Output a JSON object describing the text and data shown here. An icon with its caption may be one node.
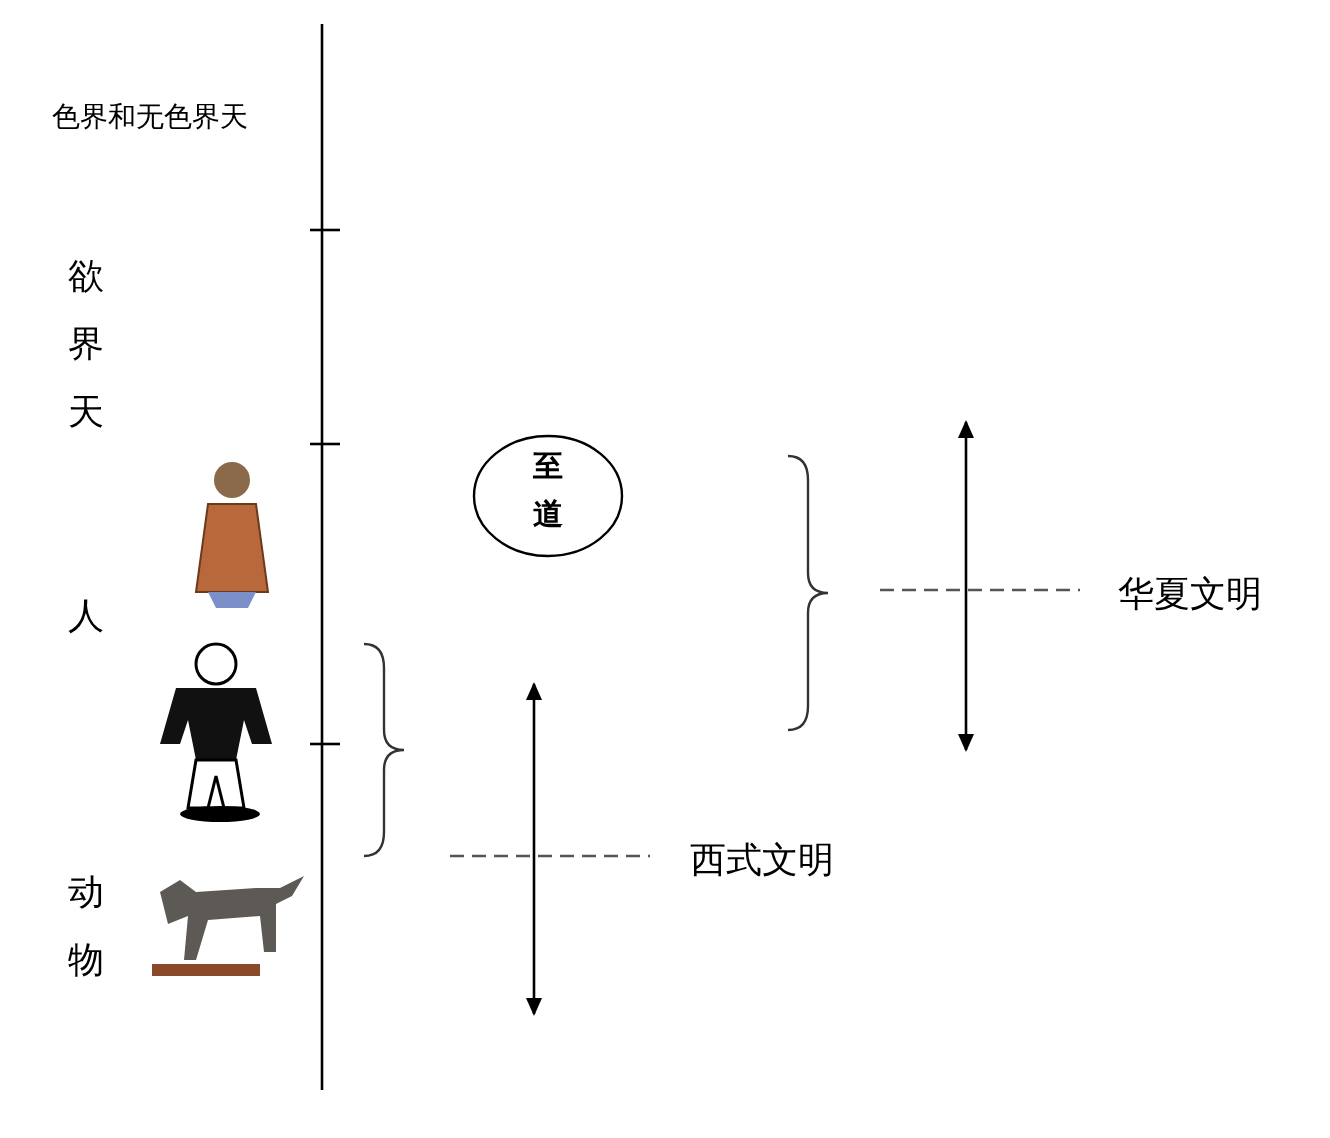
{
  "diagram": {
    "nodes": [
      {
        "text": [
          "至道"
        ]
      }
    ],
    "labels": [
      "色界和无色界天",
      "欲界天",
      "人",
      "动物",
      "华夏文明",
      "西式文明"
    ]
  }
}
